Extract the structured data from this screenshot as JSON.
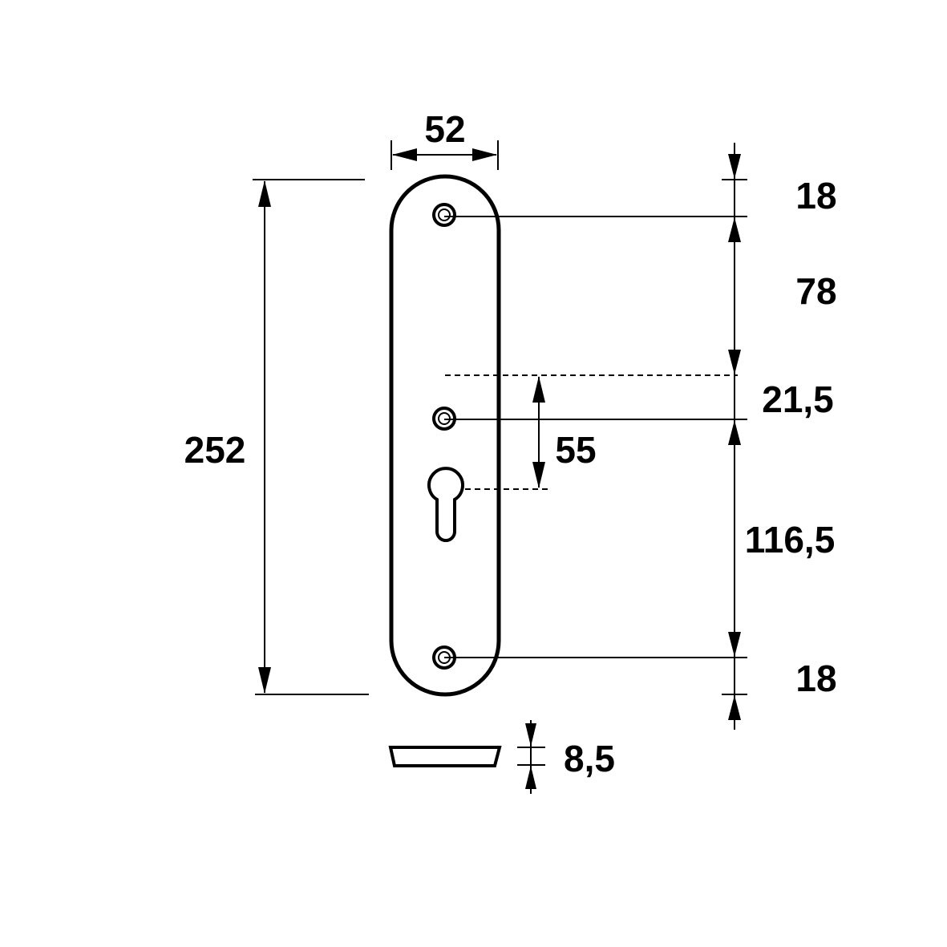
{
  "drawing": {
    "colors": {
      "line": "#000000",
      "background": "#ffffff"
    },
    "dimensions": {
      "width": "52",
      "total_height": "252",
      "top_margin": "18",
      "upper_screw_spacing": "78",
      "offset": "21,5",
      "keyhole_distance": "55",
      "lower_screw_spacing": "116,5",
      "bottom_margin": "18",
      "thickness": "8,5"
    }
  }
}
